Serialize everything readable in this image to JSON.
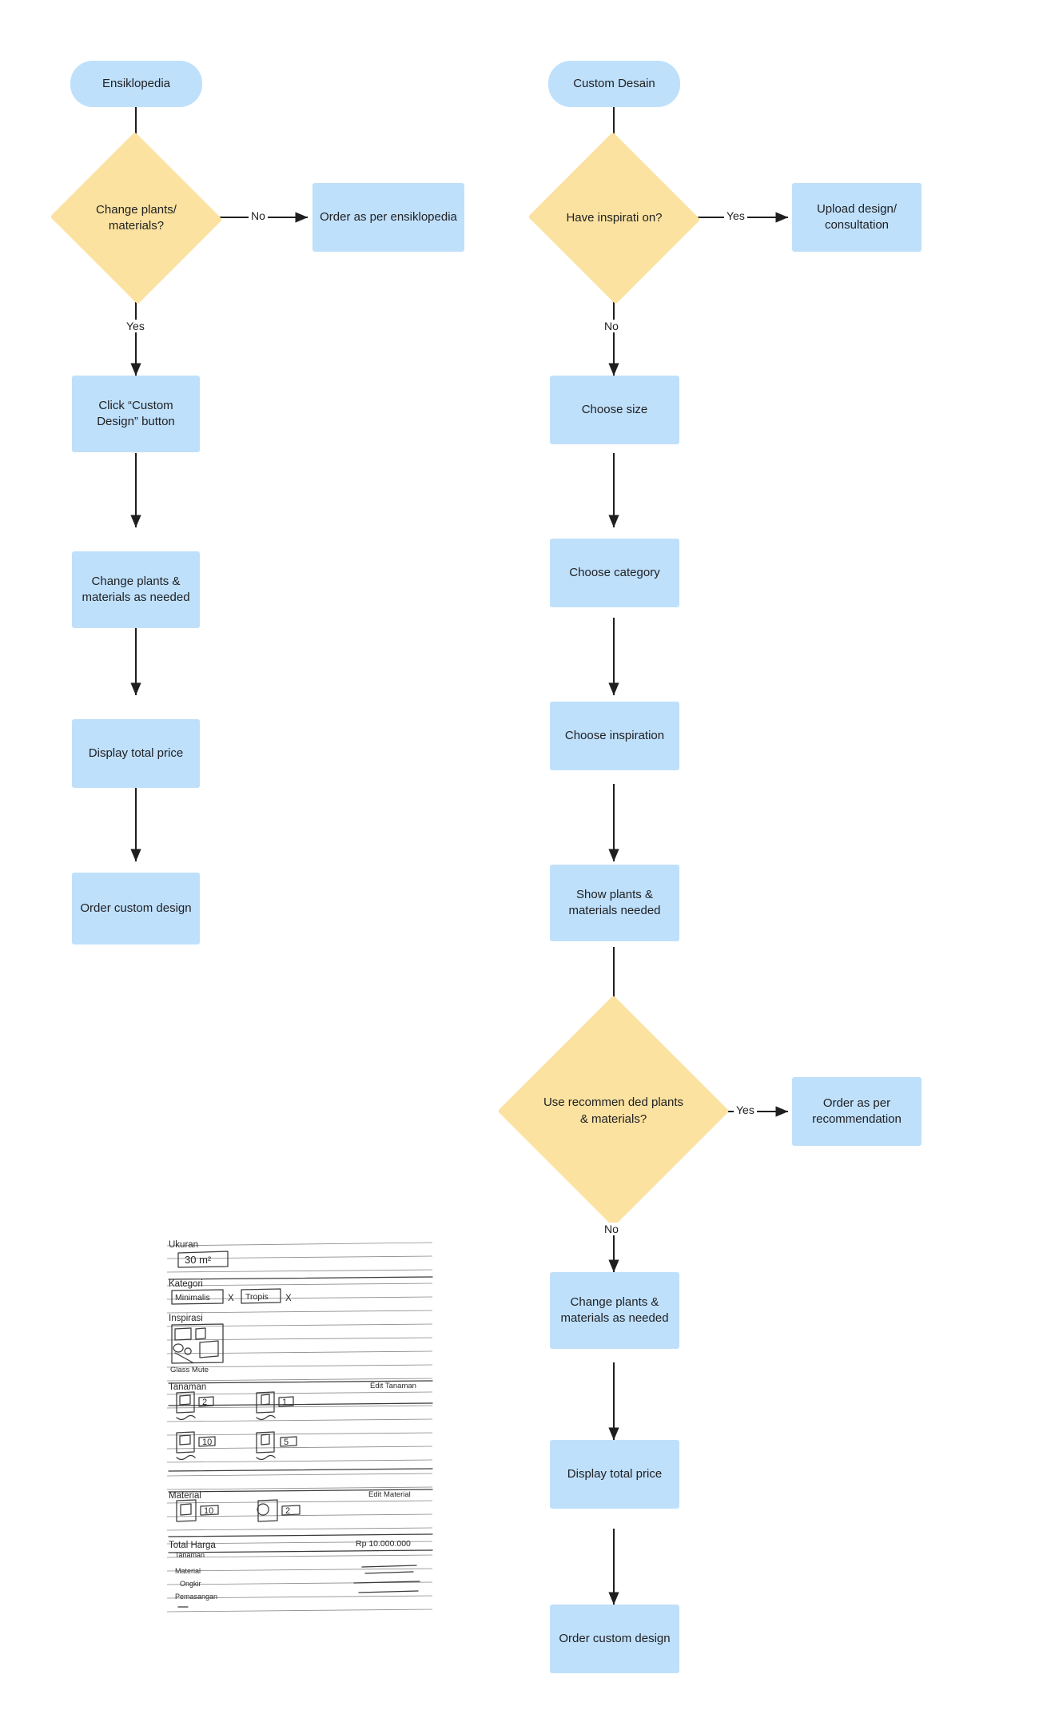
{
  "diagram": {
    "title": "Ensiklopedia & Custom Desain flowchart",
    "colors": {
      "process": "#bfe0fb",
      "decision": "#fbe2a0",
      "line": "#1f1f1f",
      "text": "#202124"
    },
    "left_flow": {
      "start": "Ensiklopedia",
      "decision_1": "Change plants/ materials?",
      "decision_1_no_label": "No",
      "decision_1_yes_label": "Yes",
      "no_branch": "Order as per ensiklopedia",
      "step_1": "Click “Custom Design” button",
      "step_2": "Change plants & materials as needed",
      "step_3": "Display total price",
      "step_4": "Order custom design"
    },
    "right_flow": {
      "start": "Custom Desain",
      "decision_1": "Have inspirati on?",
      "decision_1_yes_label": "Yes",
      "decision_1_no_label": "No",
      "yes_branch": "Upload design/ consultation",
      "step_1": "Choose size",
      "step_2": "Choose category",
      "step_3": "Choose inspiration",
      "step_4": "Show plants & materials needed",
      "decision_2": "Use recommen ded plants & materials?",
      "decision_2_yes_label": "Yes",
      "decision_2_no_label": "No",
      "yes_branch_2": "Order as per recommendation",
      "step_5": "Change plants & materials as needed",
      "step_6": "Display total price",
      "step_7": "Order custom design"
    }
  },
  "sketch": {
    "size_label": "Ukuran",
    "size_value": "30 m²",
    "category_label": "Kategori",
    "category_tag_1": "Minimalis",
    "category_tag_2": "Tropis",
    "category_x_1": "X",
    "category_x_2": "X",
    "inspiration_label": "Inspirasi",
    "inspiration_note": "Glass Mute",
    "plants_label": "Tanaman",
    "plants_edit": "Edit Tanaman",
    "plant_qty_1": "2",
    "plant_qty_2": "1",
    "plant_qty_3": "10",
    "plant_qty_4": "5",
    "material_label": "Material",
    "material_edit": "Edit Material",
    "material_qty_1": "10",
    "material_qty_2": "2",
    "total_label": "Total Harga",
    "total_value": "Rp 10.000.000",
    "summary_1": "Tanaman",
    "summary_2": "Material",
    "summary_3": "Ongkir",
    "summary_4": "Pemasangan"
  }
}
